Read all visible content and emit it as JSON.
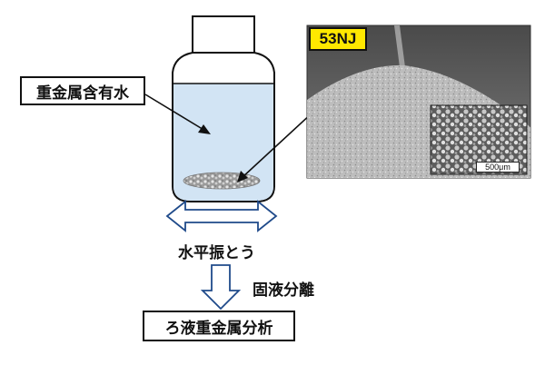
{
  "labels": {
    "heavy_metal_water": "重金属含有水",
    "material_name": "53NJ",
    "scale_bar": "500μm",
    "shaking": "水平振とう",
    "separation": "固液分離",
    "analysis": "ろ液重金属分析"
  },
  "colors": {
    "badge_yellow": "#ffe800",
    "liquid": "#d2e4f4",
    "outline": "#111111",
    "arrow_blue": "#1f4a8a"
  }
}
